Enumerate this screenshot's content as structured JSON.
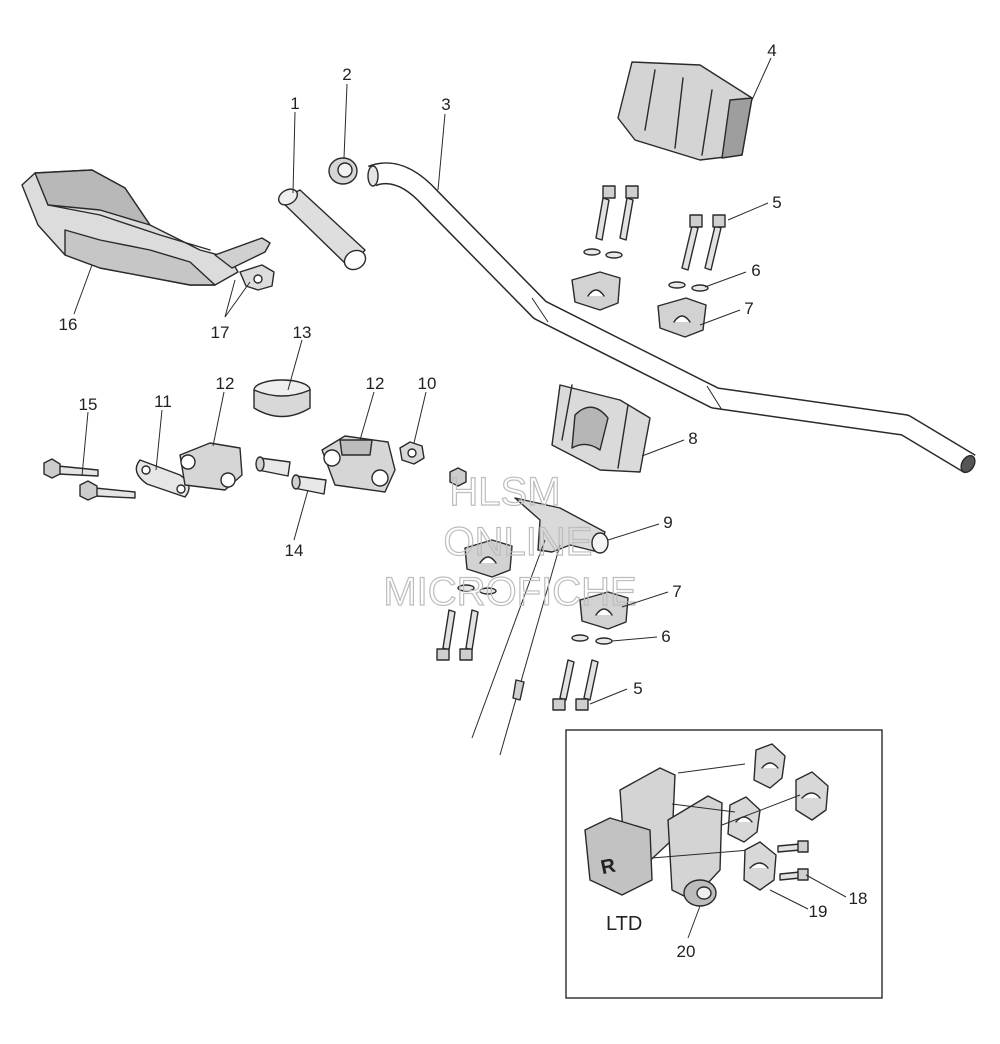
{
  "callouts": {
    "c1": "1",
    "c2": "2",
    "c3": "3",
    "c4": "4",
    "c5a": "5",
    "c6a": "6",
    "c7a": "7",
    "c8": "8",
    "c9": "9",
    "c10": "10",
    "c11": "11",
    "c12a": "12",
    "c12b": "12",
    "c13": "13",
    "c14": "14",
    "c15": "15",
    "c16": "16",
    "c17": "17",
    "c7b": "7",
    "c6b": "6",
    "c5b": "5",
    "c18": "18",
    "c19": "19",
    "c20": "20"
  },
  "inset": {
    "label": "LTD",
    "badge": "R"
  },
  "watermark": {
    "line1": "HLSM",
    "line2": "ONLINE",
    "line3": "MICROFICHE"
  },
  "colors": {
    "line": "#2a2a2a",
    "fill": "#d8d8d8",
    "dark": "#9a9a9a",
    "watermark": "#bdbdbd"
  }
}
